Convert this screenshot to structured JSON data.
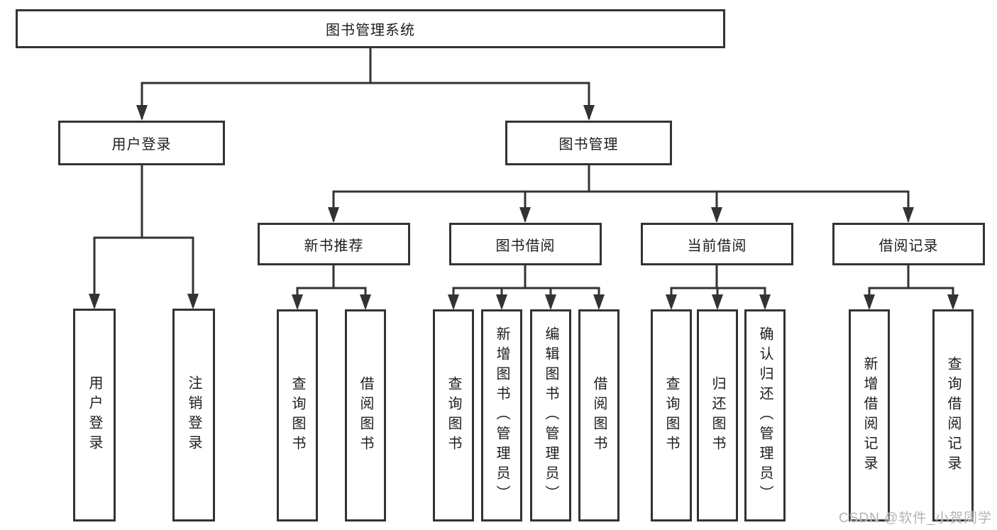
{
  "colors": {
    "line": "#333333",
    "text": "#1d1d1d",
    "box_bg": "#ffffff",
    "watermark": "#b4b4b4"
  },
  "diagram": {
    "title": "图书管理系统",
    "branches": [
      {
        "label": "用户登录",
        "children": [
          {
            "label": "用户登录"
          },
          {
            "label": "注销登录"
          }
        ]
      },
      {
        "label": "图书管理",
        "children": [
          {
            "label": "新书推荐",
            "children": [
              {
                "label": "查询图书"
              },
              {
                "label": "借阅图书"
              }
            ]
          },
          {
            "label": "图书借阅",
            "children": [
              {
                "label": "查询图书"
              },
              {
                "label": "新增图书（管理员）"
              },
              {
                "label": "编辑图书（管理员）"
              },
              {
                "label": "借阅图书"
              }
            ]
          },
          {
            "label": "当前借阅",
            "children": [
              {
                "label": "查询图书"
              },
              {
                "label": "归还图书"
              },
              {
                "label": "确认归还（管理员）"
              }
            ]
          },
          {
            "label": "借阅记录",
            "children": [
              {
                "label": "新增借阅记录"
              },
              {
                "label": "查询借阅记录"
              }
            ]
          }
        ]
      }
    ]
  },
  "watermark": {
    "text": "CSDN @软件_小贺同学"
  }
}
